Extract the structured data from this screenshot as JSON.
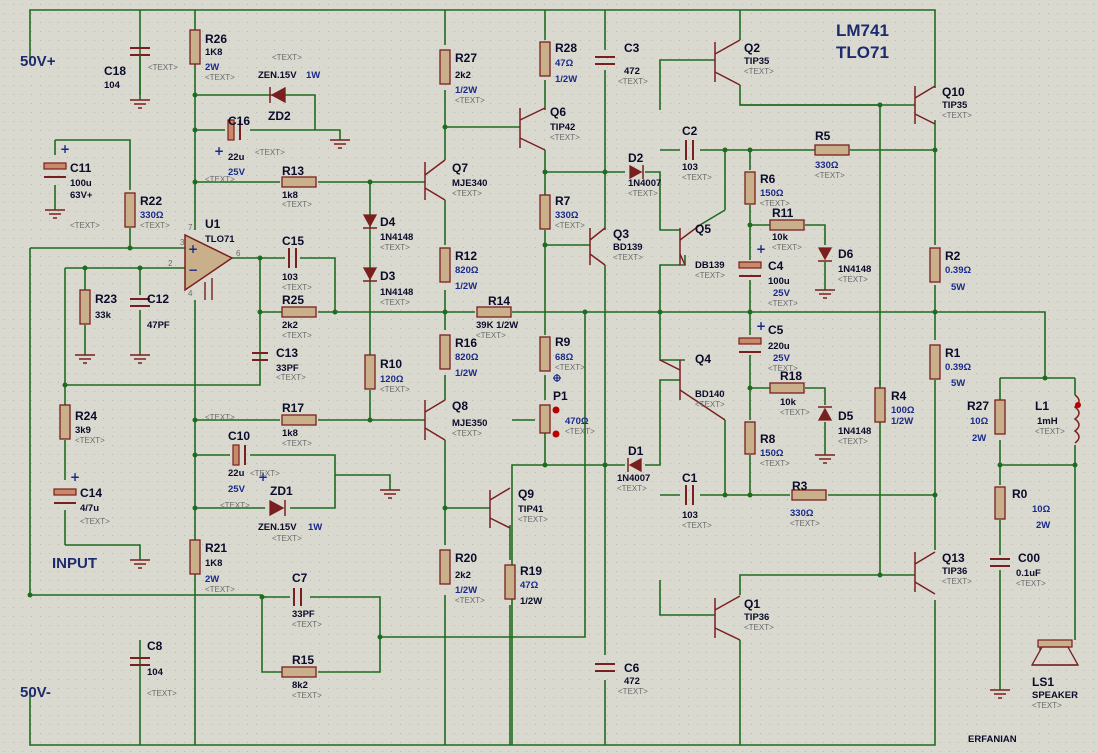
{
  "title_lines": [
    "LM741",
    "TLO71"
  ],
  "rails": {
    "positive": "50V+",
    "negative": "50V-"
  },
  "input_label": "INPUT",
  "author": "ERFANIAN",
  "text_placeholder": "<TEXT>",
  "colors": {
    "wire": "#1f6b1f",
    "component": "#7a1f1f",
    "label": "#0b0b2a",
    "value_blue": "#1a2a8a",
    "background": "#d9d9d0"
  },
  "components": {
    "R26": {
      "name": "R26",
      "v1": "1K8",
      "v2": "2W"
    },
    "C18": {
      "name": "C18",
      "v1": "104"
    },
    "ZD2": {
      "name": "ZD2",
      "v1": "ZEN.15V",
      "v2": "1W"
    },
    "C16": {
      "name": "C16",
      "v1": "22u",
      "v2": "25V"
    },
    "C11": {
      "name": "C11",
      "v1": "100u",
      "v2": "63V+"
    },
    "R22": {
      "name": "R22",
      "v1": "330Ω"
    },
    "R13": {
      "name": "R13",
      "v1": "1k8"
    },
    "U1": {
      "name": "U1",
      "v1": "TLO71"
    },
    "C15": {
      "name": "C15",
      "v1": "103"
    },
    "R23": {
      "name": "R23",
      "v1": "33k"
    },
    "C12": {
      "name": "C12",
      "v1": "47PF"
    },
    "R25": {
      "name": "R25",
      "v1": "2k2"
    },
    "C13": {
      "name": "C13",
      "v1": "33PF"
    },
    "R24": {
      "name": "R24",
      "v1": "3k9"
    },
    "C14": {
      "name": "C14",
      "v1": "4/7u"
    },
    "R17": {
      "name": "R17",
      "v1": "1k8"
    },
    "C10": {
      "name": "C10",
      "v1": "22u",
      "v2": "25V"
    },
    "ZD1": {
      "name": "ZD1",
      "v1": "ZEN.15V",
      "v2": "1W"
    },
    "R21": {
      "name": "R21",
      "v1": "1K8",
      "v2": "2W"
    },
    "C7": {
      "name": "C7",
      "v1": "33PF"
    },
    "R15": {
      "name": "R15",
      "v1": "8k2"
    },
    "C8": {
      "name": "C8",
      "v1": "104"
    },
    "R27a": {
      "name": "R27",
      "v1": "2k2",
      "v2": "1/2W"
    },
    "Q7": {
      "name": "Q7",
      "v1": "MJE340"
    },
    "D4": {
      "name": "D4",
      "v1": "1N4148"
    },
    "D3": {
      "name": "D3",
      "v1": "1N4148"
    },
    "R12": {
      "name": "R12",
      "v1": "820Ω",
      "v2": "1/2W"
    },
    "R14": {
      "name": "R14",
      "v1": "39K 1/2W"
    },
    "R16": {
      "name": "R16",
      "v1": "820Ω",
      "v2": "1/2W"
    },
    "R10": {
      "name": "R10",
      "v1": "120Ω"
    },
    "Q8": {
      "name": "Q8",
      "v1": "MJE350"
    },
    "Q9": {
      "name": "Q9",
      "v1": "TIP41"
    },
    "R20": {
      "name": "R20",
      "v1": "2k2",
      "v2": "1/2W"
    },
    "R19": {
      "name": "R19",
      "v1": "47Ω",
      "v2": "1/2W"
    },
    "R28": {
      "name": "R28",
      "v1": "47Ω",
      "v2": "1/2W"
    },
    "Q6": {
      "name": "Q6",
      "v1": "TIP42"
    },
    "R7": {
      "name": "R7",
      "v1": "330Ω"
    },
    "R9": {
      "name": "R9",
      "v1": "68Ω"
    },
    "P1": {
      "name": "P1",
      "v1": "470Ω"
    },
    "C3": {
      "name": "C3",
      "v1": "472"
    },
    "C6": {
      "name": "C6",
      "v1": "472"
    },
    "Q3": {
      "name": "Q3",
      "v1": "BD139"
    },
    "Q2": {
      "name": "Q2",
      "v1": "TIP35"
    },
    "Q1": {
      "name": "Q1",
      "v1": "TIP36"
    },
    "D2": {
      "name": "D2",
      "v1": "1N4007"
    },
    "D1": {
      "name": "D1",
      "v1": "1N4007"
    },
    "C2": {
      "name": "C2",
      "v1": "103"
    },
    "C1": {
      "name": "C1",
      "v1": "103"
    },
    "Q5": {
      "name": "Q5",
      "v1": "DB139"
    },
    "Q4": {
      "name": "Q4",
      "v1": "BD140"
    },
    "R5": {
      "name": "R5",
      "v1": "330Ω"
    },
    "R3": {
      "name": "R3",
      "v1": "330Ω"
    },
    "R6": {
      "name": "R6",
      "v1": "150Ω"
    },
    "R8": {
      "name": "R8",
      "v1": "150Ω"
    },
    "R11": {
      "name": "R11",
      "v1": "10k"
    },
    "R18": {
      "name": "R18",
      "v1": "10k"
    },
    "D6": {
      "name": "D6",
      "v1": "1N4148"
    },
    "D5": {
      "name": "D5",
      "v1": "1N4148"
    },
    "C4": {
      "name": "C4",
      "v1": "100u",
      "v2": "25V"
    },
    "C5": {
      "name": "C5",
      "v1": "220u",
      "v2": "25V"
    },
    "Q10": {
      "name": "Q10",
      "v1": "TIP35"
    },
    "Q13": {
      "name": "Q13",
      "v1": "TIP36"
    },
    "R2": {
      "name": "R2",
      "v1": "0.39Ω",
      "v2": "5W"
    },
    "R1": {
      "name": "R1",
      "v1": "0.39Ω",
      "v2": "5W"
    },
    "R4": {
      "name": "R4",
      "v1": "100Ω",
      "v2": "1/2W"
    },
    "R27b": {
      "name": "R27",
      "v1": "10Ω",
      "v2": "2W"
    },
    "L1": {
      "name": "L1",
      "v1": "1mH"
    },
    "R0": {
      "name": "R0",
      "v1": "10Ω",
      "v2": "2W"
    },
    "C00": {
      "name": "C00",
      "v1": "0.1uF"
    },
    "LS1": {
      "name": "LS1",
      "v1": "SPEAKER"
    }
  }
}
